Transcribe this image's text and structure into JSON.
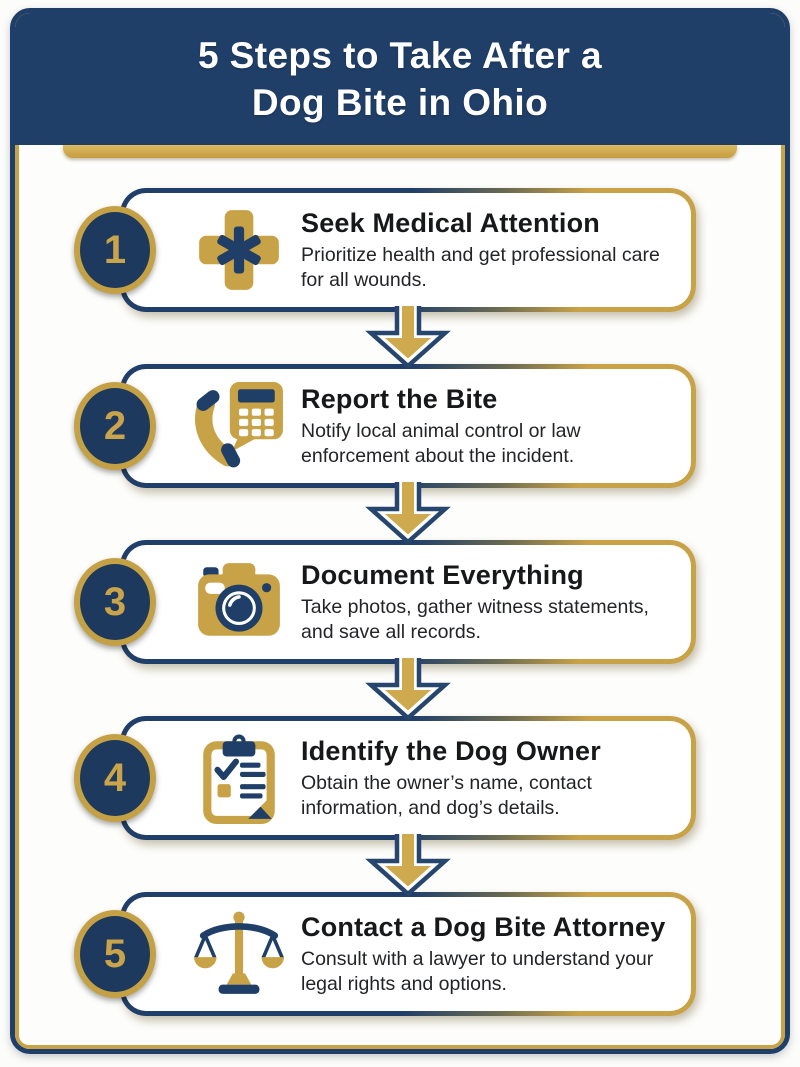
{
  "page": {
    "title_line1": "5 Steps to Take After a",
    "title_line2": "Dog Bite in Ohio"
  },
  "colors": {
    "navy": "#203F68",
    "gold": "#C8A246",
    "badge_number_gold": "#C9A44A",
    "card_background": "#FFFFFF",
    "title_text": "#17181A",
    "body_text": "#222428",
    "page_background": "#FCFCFA"
  },
  "steps": [
    {
      "number": "1",
      "icon": "medical-cross-icon",
      "title": "Seek Medical Attention",
      "description": "Prioritize health and get professional care for all wounds."
    },
    {
      "number": "2",
      "icon": "phone-report-icon",
      "title": "Report the Bite",
      "description": "Notify local animal control or law enforcement about the incident."
    },
    {
      "number": "3",
      "icon": "camera-icon",
      "title": "Document Everything",
      "description": "Take photos, gather witness statements, and save all records."
    },
    {
      "number": "4",
      "icon": "clipboard-checklist-icon",
      "title": "Identify the Dog Owner",
      "description": "Obtain the owner’s name, contact information, and dog’s details."
    },
    {
      "number": "5",
      "icon": "scales-of-justice-icon",
      "title": "Contact a Dog Bite Attorney",
      "description": "Consult with a lawyer to understand your legal rights and options."
    }
  ]
}
